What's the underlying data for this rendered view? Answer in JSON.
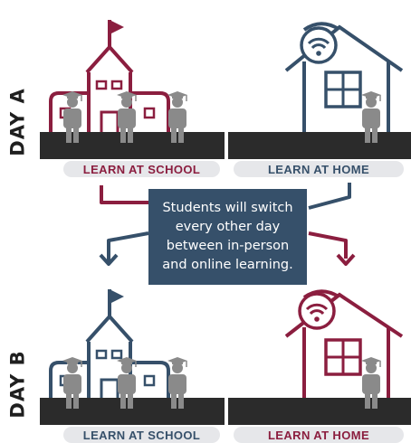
{
  "rows": [
    {
      "day_label": "DAY A",
      "school_label": "LEARN AT SCHOOL",
      "home_label": "LEARN AT HOME",
      "school_color": "#8b1e3f",
      "home_color": "#36506a"
    },
    {
      "day_label": "DAY B",
      "school_label": "LEARN AT SCHOOL",
      "home_label": "LEARN AT HOME",
      "school_color": "#36506a",
      "home_color": "#8b1e3f"
    }
  ],
  "callout": {
    "lines": [
      "Students will switch",
      "every other day",
      "between in-person",
      "and online learning."
    ]
  },
  "icons": [
    "school-icon",
    "house-icon",
    "wifi-icon",
    "student-icon",
    "arrow-icon"
  ],
  "colors": {
    "maroon": "#8b1e3f",
    "navy": "#36506a",
    "ground": "#2b2b2b",
    "student": "#8a8a8a",
    "pill_bg": "#e6e7ea"
  }
}
